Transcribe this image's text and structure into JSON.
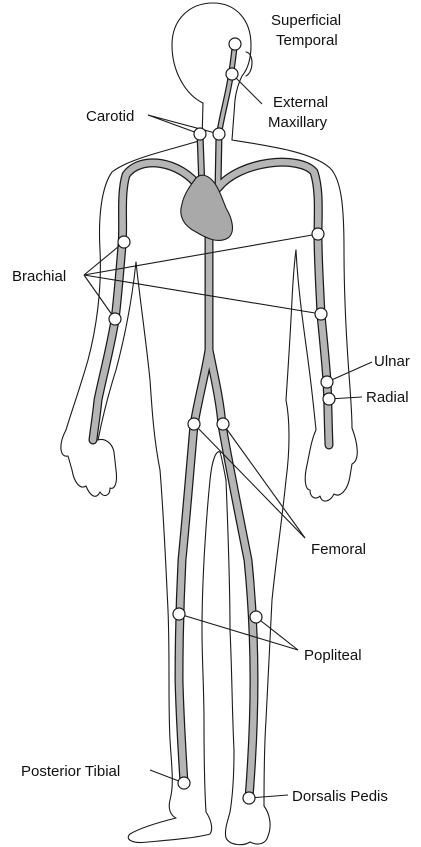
{
  "colors": {
    "artery": "#b5b5b5",
    "heart": "#a9a9a9",
    "outline": "#1a1a1a",
    "background": "#ffffff"
  },
  "labels": {
    "superficial_temporal_line1": "Superficial",
    "superficial_temporal_line2": "Temporal",
    "external_maxillary_line1": "External",
    "external_maxillary_line2": "Maxillary",
    "carotid": "Carotid",
    "brachial": "Brachial",
    "ulnar": "Ulnar",
    "radial": "Radial",
    "femoral": "Femoral",
    "popliteal": "Popliteal",
    "posterior_tibial": "Posterior Tibial",
    "dorsalis_pedis": "Dorsalis Pedis"
  }
}
